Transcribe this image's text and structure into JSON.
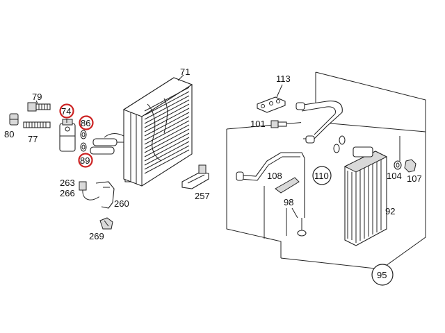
{
  "callouts": {
    "p71": "71",
    "p79": "79",
    "p74": "74",
    "p86": "86",
    "p80": "80",
    "p77": "77",
    "p89": "89",
    "p263": "263",
    "p266": "266",
    "p260": "260",
    "p269": "269",
    "p257": "257",
    "p113": "113",
    "p101": "101",
    "p108": "108",
    "p110": "110",
    "p98": "98",
    "p92": "92",
    "p104": "104",
    "p107": "107",
    "p95": "95"
  },
  "colors": {
    "highlight_circle": "#cc2222",
    "line": "#222222",
    "background": "#ffffff"
  }
}
